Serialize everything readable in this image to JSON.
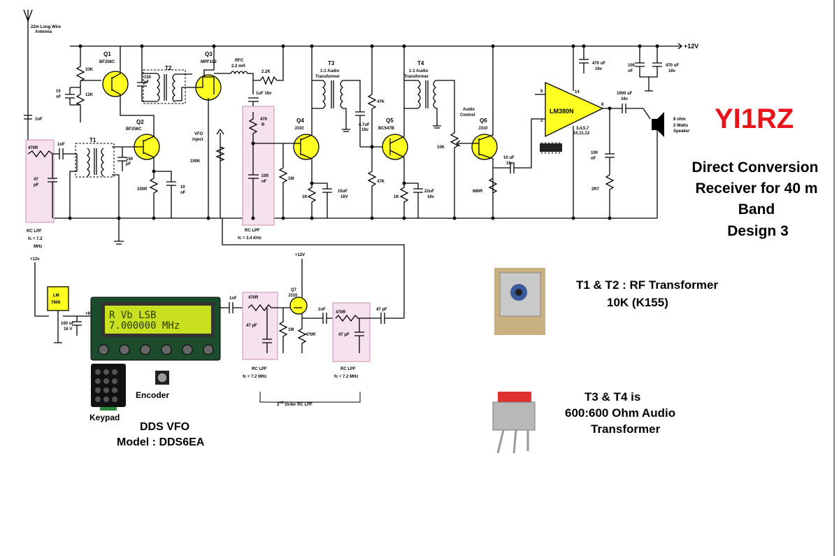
{
  "title": {
    "callsign": "YI1RZ",
    "line1": "Direct Conversion",
    "line2": "Receiver for 40 m",
    "line3": "Band",
    "line4": "Design 3"
  },
  "supply": "+12V",
  "antenna": {
    "line1": "22m Long Wire",
    "line2": "Antenna"
  },
  "transistors": {
    "q1": {
      "name": "Q1",
      "type": "BF256C"
    },
    "q2": {
      "name": "Q2",
      "type": "BF256C"
    },
    "q3": {
      "name": "Q3",
      "type": "MPF102"
    },
    "q4": {
      "name": "Q4",
      "type": "J310"
    },
    "q5": {
      "name": "Q5",
      "type": "BC547B"
    },
    "q6": {
      "name": "Q6",
      "type": "J310"
    },
    "q7": {
      "name": "Q7",
      "type": "J310"
    }
  },
  "transformers": {
    "t1": "T1",
    "t2": "T2",
    "t3": {
      "name": "T3",
      "l1": "1:1 Audio",
      "l2": "Transformer"
    },
    "t4": {
      "name": "T4",
      "l1": "1:1 Audio",
      "l2": "Transformer"
    }
  },
  "components": {
    "r33k": "33K",
    "r12k": "12K",
    "c10nf_l1": "10",
    "c10nf_l2": "nF",
    "c1nf_ant": "1nF",
    "r470_in": "470R",
    "c47pf_l1": "47",
    "c47pf_l2": "pF",
    "c1nf_in": "1nF",
    "c150pf_q2_l1": "150",
    "c150pf_q2_l2": "pF",
    "c150pf_t2_l1": "150",
    "c150pf_t2_l2": "pF",
    "r330": "330R",
    "c10nf_q2_l1": "10",
    "c10nf_q2_l2": "nF",
    "rfc_l1": "RFC",
    "rfc_l2": "2.2 mH",
    "r2k2": "2.2K",
    "c1uf": "1uF 16v",
    "r470_af_l1": "470",
    "r470_af_l2": "R",
    "c100nf_af_l1": "100",
    "c100nf_af_l2": "nF",
    "r100k": "100K",
    "vfo_l1": "VFO",
    "vfo_l2": "inject",
    "r1m_q4": "1M",
    "r1k_q4": "1K",
    "c10uf_q4_l1": "10uF",
    "c10uf_q4_l2": "16V",
    "c47uf_l1": "4.7uF",
    "c47uf_l2": "16v",
    "r47k_a": "47K",
    "r47k_b": "47K",
    "r1k_q5": "1K",
    "c22uf_l1": "22uF",
    "c22uf_l2": "16v",
    "ac_l1": "Audio",
    "ac_l2": "Control",
    "pot10k": "10K",
    "c10uf_out_l1": "10 uF",
    "c10uf_out_l2": "16v",
    "r680": "680R",
    "c470uf_l1": "470 uF",
    "c470uf_l2": "16v",
    "c100nf_s_l1": "100",
    "c100nf_s_l2": "nF",
    "c470uf_s_l1": "470 uF",
    "c470uf_s_l2": "16v",
    "c1000uf_l1": "1000 uF",
    "c1000uf_l2": "16v",
    "c100nf_o_l1": "100",
    "c100nf_o_l2": "nF",
    "r2r7": "2R7",
    "spk_l1": "8 ohm",
    "spk_l2": "2 Watts",
    "spk_l3": "Speaker",
    "ic": "LM380N",
    "ic_pins": "3,4,5,7",
    "ic_pins2": "10,11,12",
    "p6": "6",
    "p14": "14",
    "p2": "2",
    "p8": "8"
  },
  "filters": {
    "lpf1_l1": "RC LPF",
    "lpf1_l2": "fc = 7.2",
    "lpf1_l3": "MHz",
    "lpf2_l1": "RC LPF",
    "lpf2_l2": "fc = 3.4 KHz",
    "lpf3_l1": "RC LPF",
    "lpf3_l2": "fc = 7.2 MHz",
    "lpf4_l1": "RC LPF",
    "lpf4_l2": "fc = 7.2 MHz",
    "second_order_pre": "2",
    "second_order_sup": "nd",
    "second_order_post": " Order RC LPF"
  },
  "vfo_section": {
    "plus12v": "+12v",
    "reg_l1": "LM",
    "reg_l2": "7808",
    "plus8v": "+8v",
    "c100uf_l1": "100 uF",
    "c100uf_l2": "16 V",
    "lcd_l1": "R Vb  LSB",
    "lcd_l2": "   7.000000 MHz",
    "c1nf_a": "1nF",
    "r470_a": "470R",
    "c47pf_a": "47 pF",
    "r1m": "1M",
    "q7_12v": "+12V",
    "r470_s": "470R",
    "c1nf_b": "1nF",
    "r470_b": "470R",
    "c47pf_b": "47 pF",
    "c47pf_out": "47 pF",
    "keypad": "Keypad",
    "encoder": "Encoder",
    "dds_title": "DDS VFO",
    "dds_model": "Model : DDS6EA"
  },
  "notes": {
    "t1t2_l1": "T1 & T2 : RF Transformer",
    "t1t2_l2": "10K (K155)",
    "t3t4_l1": "T3 & T4 is",
    "t3t4_l2": "600:600 Ohm Audio",
    "t3t4_l3": "Transformer"
  },
  "colors": {
    "callsign": "#e8141c",
    "fet_fill": "#ffff22",
    "filter_box": "#f6e1ee",
    "lcd_bg": "#c8e020"
  }
}
